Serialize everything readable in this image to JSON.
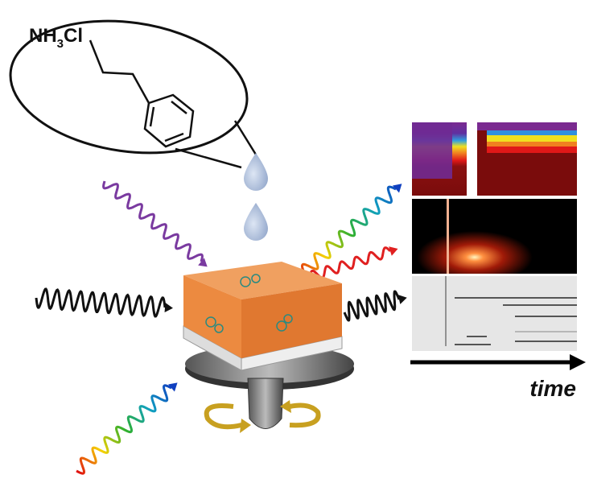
{
  "molecule_label": {
    "main": "NH",
    "subscript": "3",
    "tail": "Cl"
  },
  "time_axis_label": "time",
  "colors": {
    "cube_orange": "#ec8a40",
    "purple_wave": "#7a3aa0",
    "red_wave": "#e02020",
    "rotation_arrows": "#c8a020",
    "droplet": "#9fb3d6"
  },
  "panels": [
    "uv-vis-spectra-map",
    "photoluminescence-map",
    "xrd-map"
  ]
}
